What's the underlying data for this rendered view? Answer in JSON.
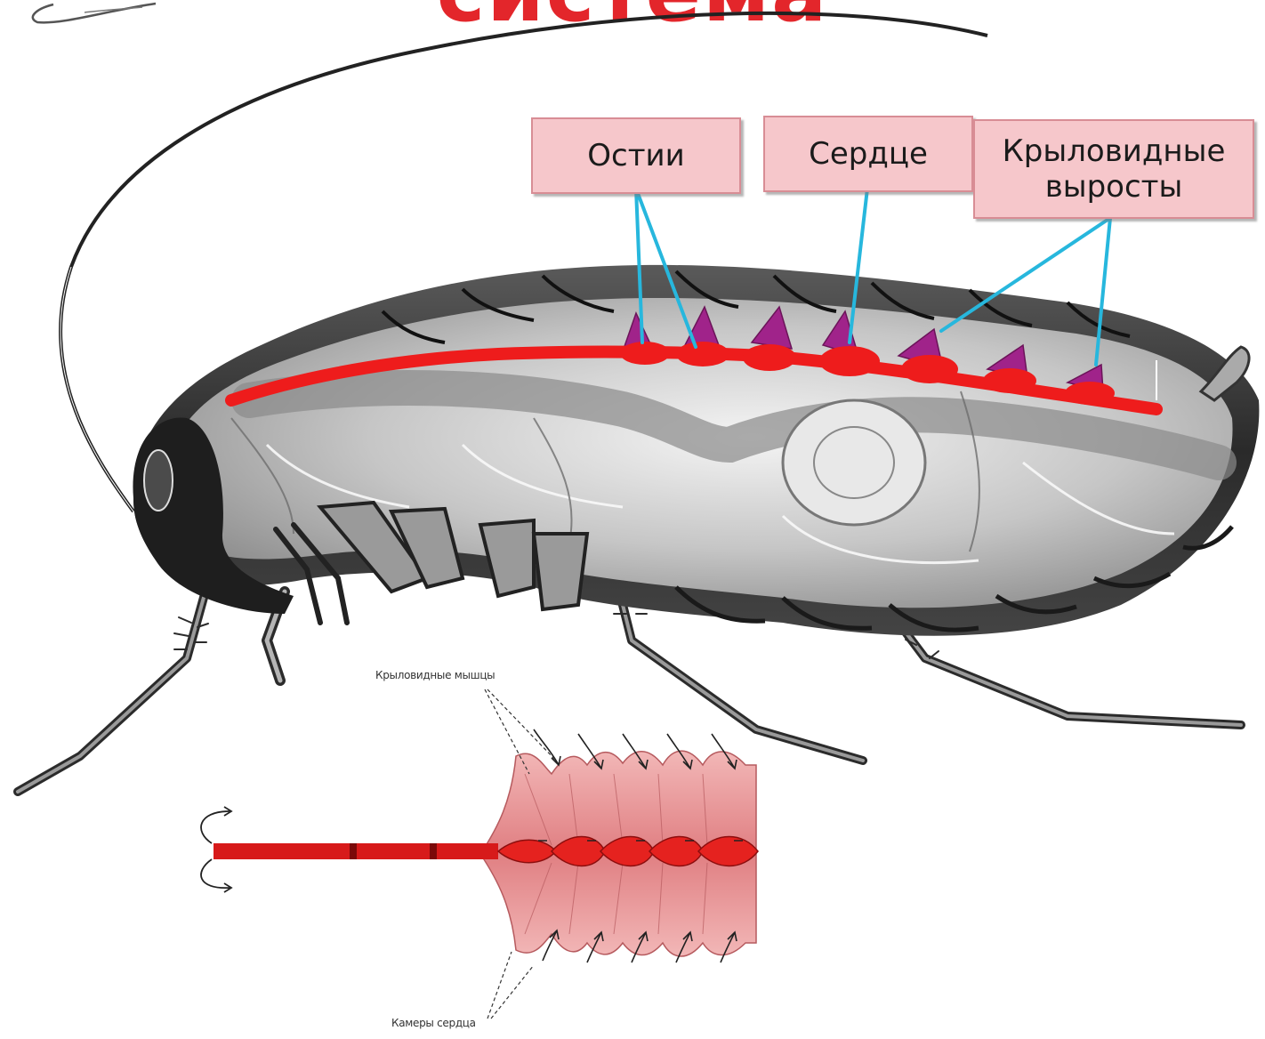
{
  "title": "система",
  "labels": {
    "ostia": "Остии",
    "heart": "Сердце",
    "alary_line1": "Крыловидные",
    "alary_line2": "выросты"
  },
  "inset_labels": {
    "alary_muscles": "Крыловидные мышцы",
    "heart_chambers": "Камеры сердца"
  },
  "colors": {
    "heart_vessel": "#ee1c1c",
    "label_fill": "#f6c7cb",
    "pointer_lines": "#27b7dd",
    "title": "#e3262b",
    "alary_processes": "#a0238a"
  }
}
